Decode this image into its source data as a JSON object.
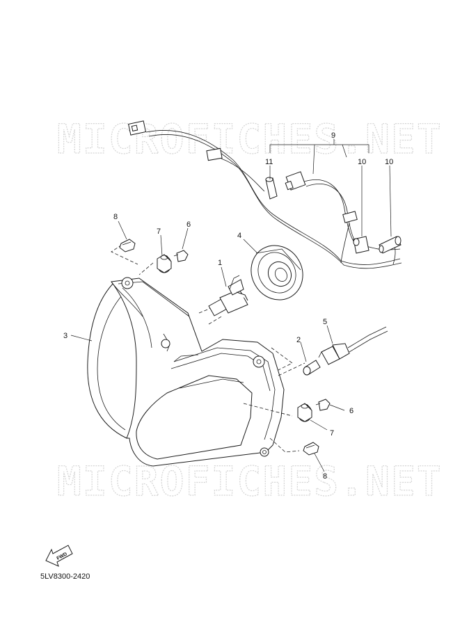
{
  "watermark": "MICROFICHES.NET",
  "callouts": {
    "c1": "1",
    "c2": "2",
    "c3": "3",
    "c4": "4",
    "c5": "5",
    "c6a": "6",
    "c6b": "6",
    "c7a": "7",
    "c7b": "7",
    "c8a": "8",
    "c8b": "8",
    "c9": "9",
    "c10a": "10",
    "c10b": "10",
    "c11": "11"
  },
  "fwd_label": "FWD",
  "diagram_code": "5LV8300-2420"
}
